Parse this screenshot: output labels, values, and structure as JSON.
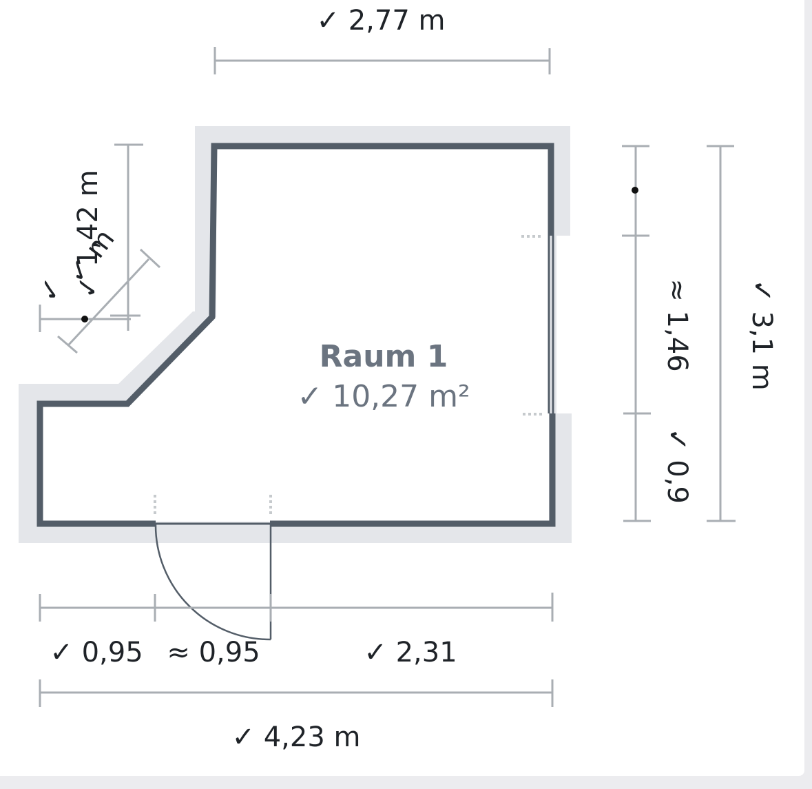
{
  "room": {
    "name": "Raum 1",
    "area": "✓ 10,27 m²"
  },
  "dimensions": {
    "top_width": "✓ 2,77 m",
    "bottom_total": "✓ 4,23 m",
    "bottom_left": "✓ 0,95",
    "bottom_door": "≈ 0,95",
    "bottom_right": "✓ 2,31",
    "right_total": "✓ 3,1 m",
    "right_window": "≈ 1,46",
    "right_lower": "✓ 0,9",
    "left_vertical": "✓ 1,42 m",
    "diagonal": "✓ m",
    "diagonal_check": "✓"
  },
  "colors": {
    "wall": "#535d68",
    "wall_shadow": "#e4e6ea",
    "dimension_line": "#a9aeb3",
    "room_label": "#6b7480"
  }
}
